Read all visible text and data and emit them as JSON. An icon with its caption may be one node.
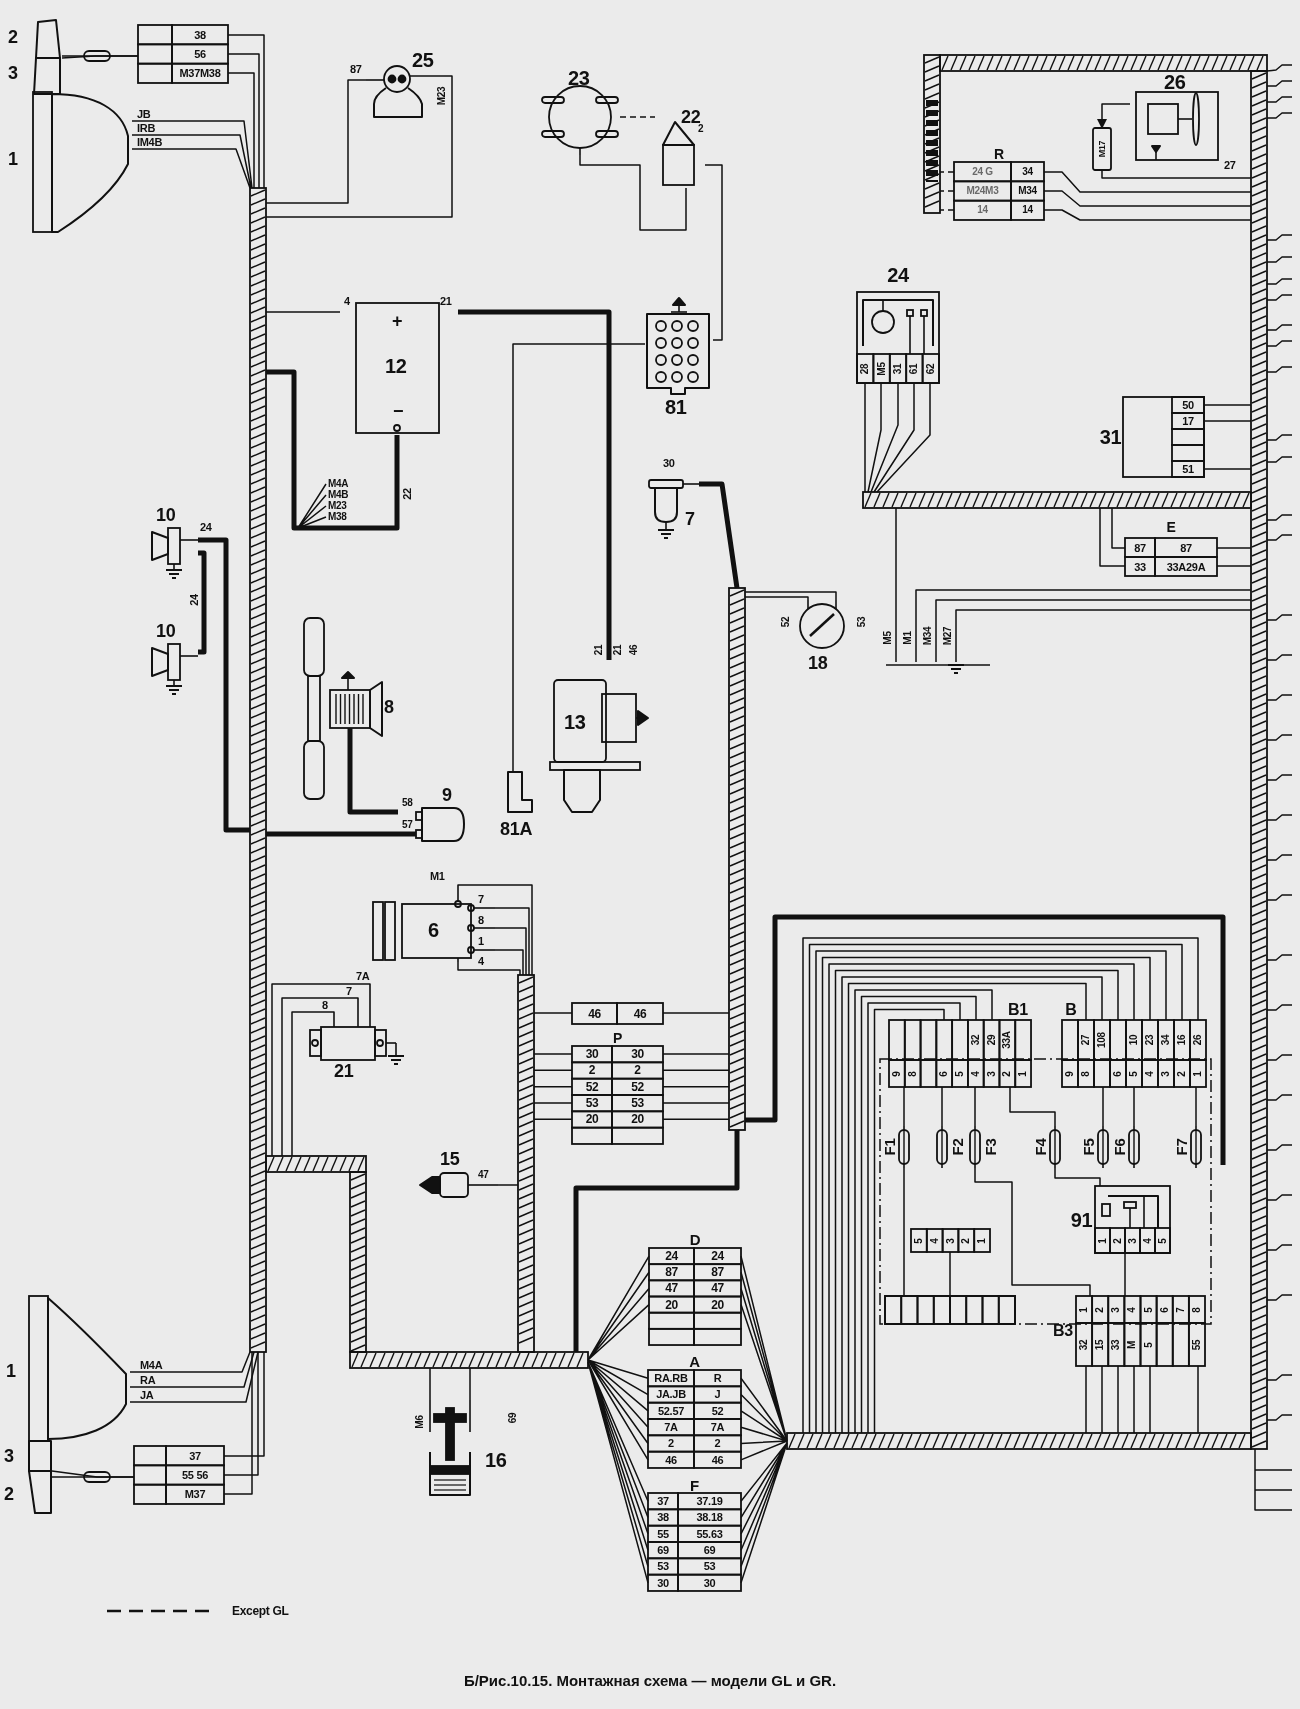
{
  "diagram": {
    "caption": "Б/Рис.10.15. Монтажная схема — модели GL и GR.",
    "nodes": [
      {
        "text": [
          "2"
        ]
      },
      {
        "text": [
          "3"
        ]
      },
      {
        "text": [
          "38",
          "56",
          "M37M38"
        ]
      },
      {
        "text": [
          "1"
        ],
        "beside": [
          "JB",
          "IRB",
          "IM4B"
        ]
      },
      {
        "text": [
          "25",
          "M23"
        ],
        "beside": [
          "87"
        ]
      },
      {
        "text": [
          "23"
        ]
      },
      {
        "text": [
          "22"
        ],
        "beside": [
          "2"
        ]
      },
      {
        "text": [
          "26"
        ],
        "beside": [
          "27"
        ]
      },
      {
        "text": [
          "M17"
        ]
      },
      {
        "text": [
          "R",
          "24 G",
          "34",
          "M24M3",
          "M34",
          "14",
          "14"
        ]
      },
      {
        "text": [
          "+",
          "12",
          "−"
        ],
        "beside": [
          "4",
          "21"
        ]
      },
      {
        "text": [
          "81"
        ]
      },
      {
        "text": [
          "24",
          "28",
          "M5",
          "31",
          "61",
          "62"
        ]
      },
      {
        "text": [
          "31",
          "50",
          "17",
          "51"
        ]
      },
      {
        "text": [
          "7"
        ],
        "beside": [
          "30"
        ]
      },
      {
        "text": [
          "E",
          "87",
          "87",
          "33",
          "33A29A"
        ]
      },
      {
        "text": [
          "10"
        ],
        "beside": [
          "24",
          "24"
        ]
      },
      {
        "text": [
          "18"
        ],
        "beside": [
          "52",
          "53"
        ]
      },
      {
        "text": [
          "10"
        ]
      },
      {
        "text": [
          "13"
        ],
        "beside": [
          "21",
          "21",
          "46"
        ]
      },
      {
        "text": [
          "8"
        ]
      },
      {
        "text": [
          "9"
        ],
        "beside": [
          "58",
          "57"
        ]
      },
      {
        "text": [
          "81A"
        ]
      },
      {
        "text": [
          "6",
          "7",
          "8",
          "1",
          "4"
        ],
        "beside": [
          "M1"
        ]
      },
      {
        "text": [
          "B1",
          "32",
          "29",
          "33A",
          "9",
          "8",
          "6",
          "5",
          "4",
          "3",
          "2",
          "1"
        ]
      },
      {
        "text": [
          "B",
          "27",
          "108",
          "10",
          "23",
          "34",
          "16",
          "26",
          "9",
          "8",
          "6",
          "5",
          "4",
          "3",
          "2",
          "1"
        ]
      },
      {
        "text": [
          "46",
          "46"
        ]
      },
      {
        "text": [
          "21",
          "7A",
          "7",
          "8"
        ]
      },
      {
        "text": [
          "P",
          "30",
          "30",
          "2",
          "2",
          "52",
          "52",
          "53",
          "53",
          "20",
          "20"
        ]
      },
      {
        "text": [
          "15",
          "47"
        ]
      },
      {
        "text": [
          "F1"
        ]
      },
      {
        "text": [
          "F2"
        ]
      },
      {
        "text": [
          "F3"
        ]
      },
      {
        "text": [
          "F4"
        ]
      },
      {
        "text": [
          "F5"
        ]
      },
      {
        "text": [
          "F6"
        ]
      },
      {
        "text": [
          "F7"
        ]
      },
      {
        "text": [
          "91",
          "1",
          "2",
          "3",
          "4",
          "5"
        ]
      },
      {
        "text": [
          "5",
          "4",
          "3",
          "2",
          "1"
        ]
      },
      {
        "text": [
          "D",
          "24",
          "24",
          "87",
          "87",
          "47",
          "47",
          "20",
          "20"
        ]
      },
      {
        "text": [],
        "shape": "box"
      },
      {
        "text": [
          "B3",
          "1",
          "2",
          "3",
          "4",
          "5",
          "6",
          "7",
          "8",
          "32",
          "15",
          "33",
          "M",
          "5",
          "55"
        ]
      },
      {
        "text": [
          "1"
        ],
        "beside": [
          "M4A",
          "RA",
          "JA"
        ]
      },
      {
        "text": [
          "A",
          "RA.RB",
          "R",
          "JA.JB",
          "J",
          "52.57",
          "52",
          "7A",
          "7A",
          "2",
          "2",
          "46",
          "46"
        ]
      },
      {
        "text": [
          "16"
        ],
        "beside": [
          "M6",
          "69"
        ]
      },
      {
        "text": [
          "3"
        ]
      },
      {
        "text": [
          "37",
          "55 56",
          "M37"
        ]
      },
      {
        "text": [
          "2"
        ]
      },
      {
        "text": [
          "F",
          "37",
          "37.19",
          "38",
          "38.18",
          "55",
          "55.63",
          "69",
          "69",
          "53",
          "53",
          "30",
          "30"
        ]
      },
      {
        "text": [],
        "shape": "bar"
      },
      {
        "text": [],
        "shape": "bar"
      },
      {
        "text": [],
        "shape": "bar"
      },
      {
        "text": [],
        "shape": "bar"
      },
      {
        "text": [],
        "shape": "bar"
      },
      {
        "text": [],
        "shape": "bar"
      },
      {
        "text": [],
        "shape": "bar"
      },
      {
        "text": [],
        "shape": "bar"
      },
      {
        "text": [],
        "shape": "bar"
      },
      {
        "text": [],
        "shape": "bar"
      },
      {
        "text": [],
        "shape": "bar"
      },
      {
        "text": [],
        "shape": "ground"
      }
    ],
    "edges": [
      {
        "from": 0,
        "to": 2,
        "arrow": "none"
      },
      {
        "from": 1,
        "to": 2,
        "arrow": "none"
      },
      {
        "from": 47,
        "to": 46,
        "arrow": "none"
      },
      {
        "from": 45,
        "to": 46,
        "arrow": "none"
      },
      {
        "from": 5,
        "to": 6,
        "arrow": "none",
        "style": "dashed"
      },
      {
        "from": 6,
        "to": 11,
        "arrow": "none"
      },
      {
        "from": 7,
        "to": 8,
        "arrow": "to"
      },
      {
        "from": 16,
        "to": 18,
        "arrow": "none",
        "style": "thick"
      },
      {
        "from": 20,
        "to": 21,
        "arrow": "none",
        "style": "thick"
      },
      {
        "from": 10,
        "to": 19,
        "arrow": "none",
        "style": "thick"
      },
      {
        "from": 11,
        "to": 22,
        "arrow": "none"
      },
      {
        "from": 30,
        "to": 24,
        "arrow": "none"
      },
      {
        "from": 31,
        "to": 24,
        "arrow": "none"
      },
      {
        "from": 32,
        "to": 24,
        "arrow": "none"
      },
      {
        "from": 33,
        "to": 24,
        "arrow": "none"
      },
      {
        "from": 34,
        "to": 25,
        "arrow": "none"
      },
      {
        "from": 35,
        "to": 25,
        "arrow": "none"
      },
      {
        "from": 36,
        "to": 25,
        "arrow": "none"
      },
      {
        "from": 30,
        "to": 40,
        "arrow": "none"
      },
      {
        "from": 38,
        "to": 40,
        "arrow": "none"
      },
      {
        "from": 32,
        "to": 41,
        "arrow": "none"
      },
      {
        "from": 33,
        "to": 37,
        "arrow": "none"
      },
      {
        "from": 37,
        "to": 41,
        "arrow": "none"
      },
      {
        "from": 5,
        "to": 6,
        "arrow": "none"
      },
      {
        "from": 2,
        "to": 49,
        "arrow": "none"
      },
      {
        "from": 3,
        "to": 49,
        "arrow": "none"
      },
      {
        "from": 4,
        "to": 49,
        "arrow": "none"
      },
      {
        "from": 49,
        "to": 10,
        "arrow": "none"
      },
      {
        "from": 10,
        "to": 49,
        "arrow": "none",
        "style": "thick"
      },
      {
        "from": 14,
        "to": 54,
        "arrow": "none",
        "style": "thick"
      },
      {
        "from": 17,
        "to": 54,
        "arrow": "none"
      },
      {
        "from": 16,
        "to": 49,
        "arrow": "none",
        "style": "thick"
      },
      {
        "from": 21,
        "to": 49,
        "arrow": "none",
        "style": "thick"
      },
      {
        "from": 23,
        "to": 53,
        "arrow": "none"
      },
      {
        "from": 27,
        "to": 50,
        "arrow": "none"
      },
      {
        "from": 29,
        "to": 53,
        "arrow": "none"
      },
      {
        "from": 26,
        "to": 53,
        "arrow": "none"
      },
      {
        "from": 26,
        "to": 54,
        "arrow": "none"
      },
      {
        "from": 28,
        "to": 53,
        "arrow": "none"
      },
      {
        "from": 28,
        "to": 54,
        "arrow": "none"
      },
      {
        "from": 54,
        "to": 52,
        "arrow": "none",
        "style": "thick"
      },
      {
        "from": null,
        "to": 54,
        "arrow": "none",
        "style": "thick"
      },
      {
        "from": 12,
        "to": 59,
        "arrow": "none"
      },
      {
        "from": 8,
        "to": 57,
        "arrow": "none"
      },
      {
        "from": 9,
        "to": 57,
        "arrow": "none"
      },
      {
        "from": 9,
        "to": 56,
        "arrow": "none",
        "style": "dashed"
      },
      {
        "from": 13,
        "to": 57,
        "arrow": "none"
      },
      {
        "from": 15,
        "to": 57,
        "arrow": "none"
      },
      {
        "from": 15,
        "to": 59,
        "arrow": "none"
      },
      {
        "from": 59,
        "to": 60,
        "arrow": "none"
      },
      {
        "from": 57,
        "to": 60,
        "arrow": "none"
      },
      {
        "from": 44,
        "to": 52,
        "arrow": "none"
      },
      {
        "from": 46,
        "to": 49,
        "arrow": "none"
      },
      {
        "from": 42,
        "to": 49,
        "arrow": "none"
      },
      {
        "from": 52,
        "to": 39,
        "arrow": "none"
      },
      {
        "from": 52,
        "to": 43,
        "arrow": "none"
      },
      {
        "from": 52,
        "to": 48,
        "arrow": "none"
      },
      {
        "from": 58,
        "to": 39,
        "arrow": "none"
      },
      {
        "from": 58,
        "to": 43,
        "arrow": "none"
      },
      {
        "from": 58,
        "to": 48,
        "arrow": "none"
      },
      {
        "from": 58,
        "to": 25,
        "arrow": "none"
      },
      {
        "from": 58,
        "to": 24,
        "arrow": "none"
      },
      {
        "from": 41,
        "to": 58,
        "arrow": "none"
      },
      {
        "from": 57,
        "to": null,
        "arrow": "none"
      },
      {
        "from": 4,
        "to": 49,
        "arrow": "none"
      },
      {
        "from": 15,
        "to": 59,
        "arrow": "none"
      }
    ],
    "labels": [
      "M4A",
      "M4B",
      "M23",
      "M38",
      "22",
      "M5",
      "M1",
      "M34",
      "M27"
    ],
    "legend": [
      {
        "text": "Except GL"
      }
    ]
  }
}
